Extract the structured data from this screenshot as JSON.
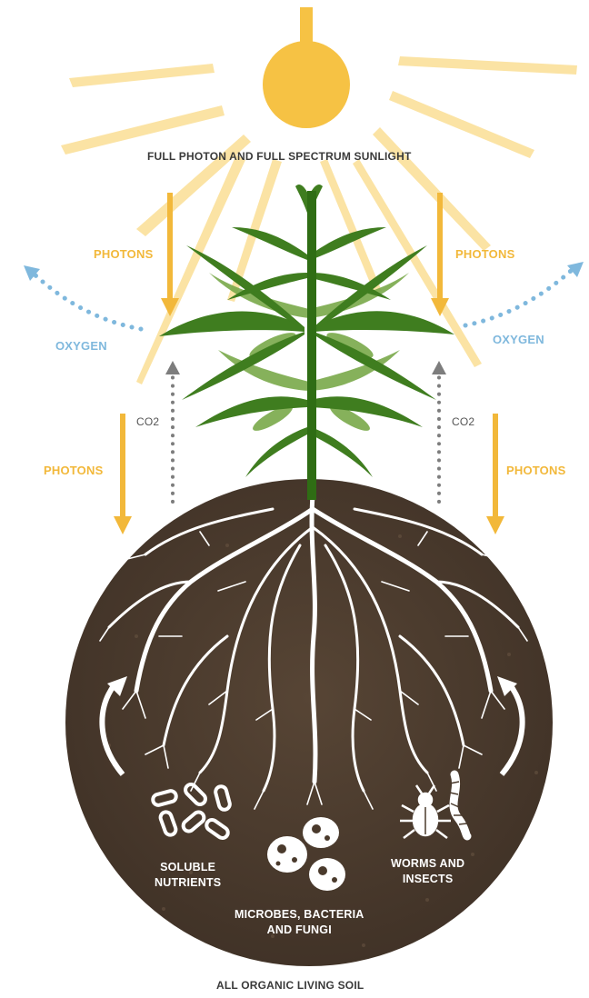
{
  "title": "FULL PHOTON AND FULL SPECTRUM SUNLIGHT",
  "photons": [
    "PHOTONS",
    "PHOTONS",
    "PHOTONS",
    "PHOTONS"
  ],
  "oxygen": [
    "OXYGEN",
    "OXYGEN"
  ],
  "co2": [
    "CO2",
    "CO2"
  ],
  "soil_labels": {
    "nutrients_1": "SOLUBLE",
    "nutrients_2": "NUTRIENTS",
    "microbes_1": "MICROBES, BACTERIA",
    "microbes_2": "AND FUNGI",
    "worms_1": "WORMS AND",
    "worms_2": "INSECTS"
  },
  "footer": "ALL ORGANIC LIVING SOIL",
  "colors": {
    "sun": "#f6c244",
    "ray": "#fbe3a4",
    "photon_arrow": "#f2b83a",
    "oxygen": "#7fb8dd",
    "co2_arrow": "#7d7d7d",
    "leaf_dark": "#3f7d1f",
    "leaf_light": "#79a94a",
    "soil": "#4a3a2c",
    "roots": "#ffffff"
  },
  "icons": [
    "sun-icon",
    "plant-illustration",
    "roots-illustration",
    "nutrients-icon",
    "microbes-icon",
    "bug-icon",
    "worm-icon",
    "cycle-arrow-icon"
  ]
}
